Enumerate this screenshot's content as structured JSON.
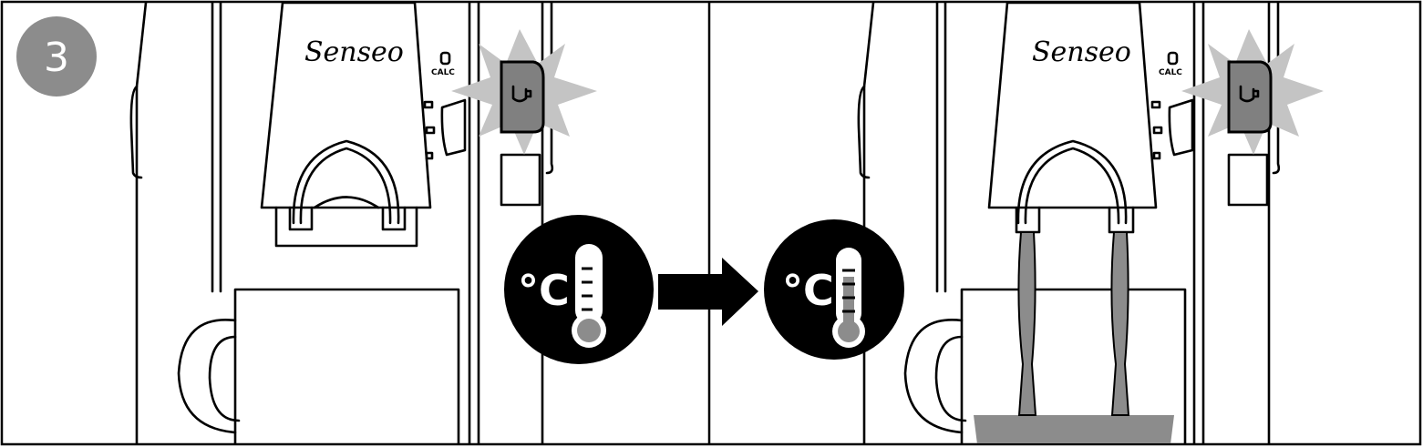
{
  "step": {
    "number": "3",
    "badge_color": "#8c8c8c"
  },
  "brand": {
    "name": "Senseo"
  },
  "machine": {
    "calc_label": "CALC"
  },
  "temperature": {
    "unit_label": "°C",
    "level_before": 0.0,
    "level_after": 0.75
  },
  "colors": {
    "coffee": "#8c8c8c",
    "burst": "#c4c4c4",
    "button": "#808080",
    "badge_bg": "#000000"
  },
  "icons": [
    "thermometer-icon",
    "arrow-right-icon",
    "cup-icon",
    "burst-icon"
  ]
}
